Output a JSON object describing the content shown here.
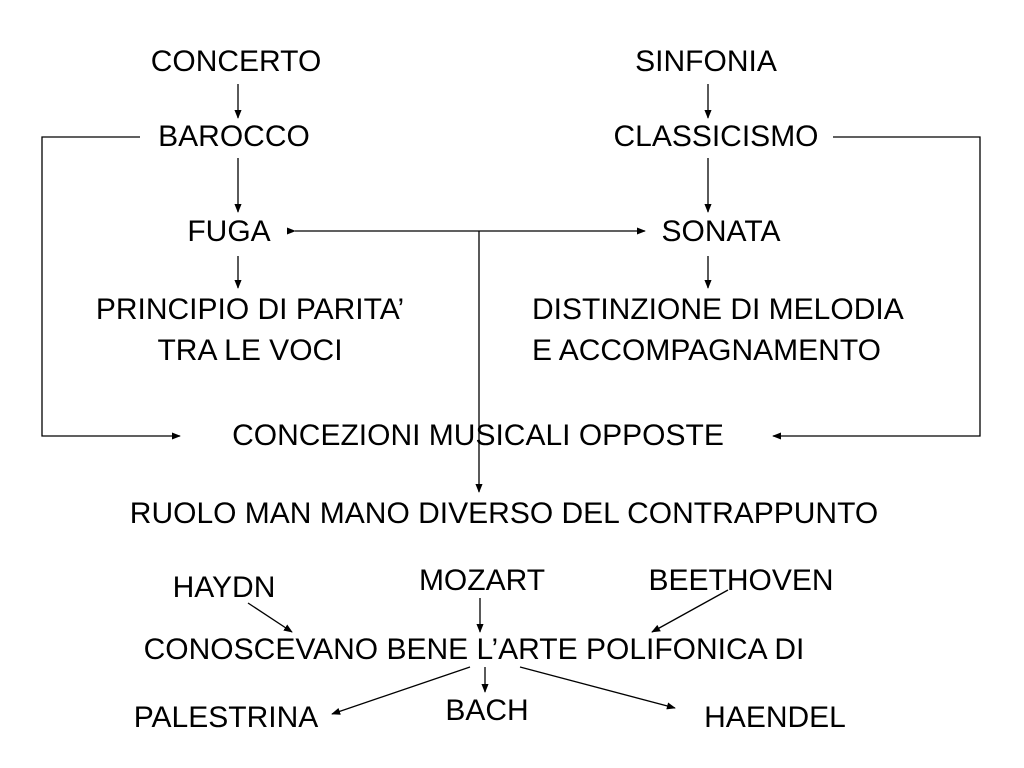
{
  "nodes": {
    "concerto": "CONCERTO",
    "sinfonia": "SINFONIA",
    "barocco": "BAROCCO",
    "classicismo": "CLASSICISMO",
    "fuga": "FUGA",
    "sonata": "SONATA",
    "principio_line1": "PRINCIPIO DI PARITA’",
    "principio_line2": "TRA LE VOCI",
    "distinzione_line1": "DISTINZIONE DI MELODIA",
    "distinzione_line2": "E ACCOMPAGNAMENTO",
    "concezioni": "CONCEZIONI MUSICALI OPPOSTE",
    "ruolo": "RUOLO MAN MANO DIVERSO DEL CONTRAPPUNTO",
    "haydn": "HAYDN",
    "mozart": "MOZART",
    "beethoven": "BEETHOVEN",
    "conoscevano": "CONOSCEVANO BENE L’ARTE POLIFONICA DI",
    "palestrina": "PALESTRINA",
    "bach": "BACH",
    "haendel": "HAENDEL"
  },
  "colors": {
    "text": "#000000",
    "lines": "#000000",
    "background": "#ffffff"
  }
}
